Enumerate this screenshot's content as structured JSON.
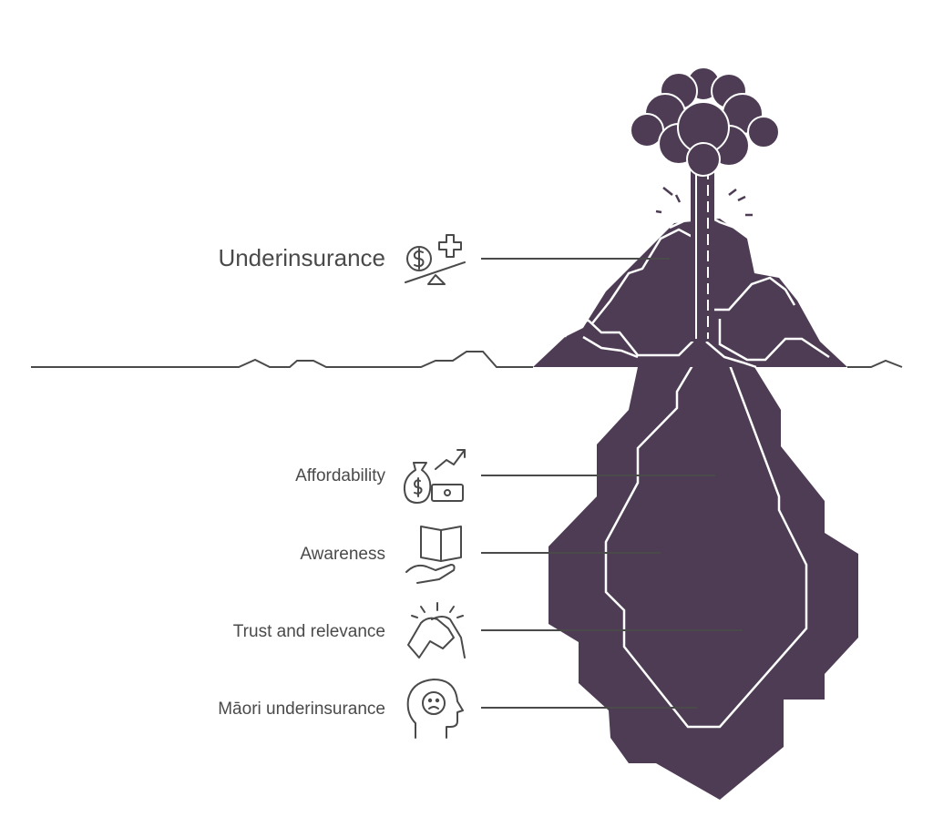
{
  "diagram": {
    "top_item": {
      "label": "Underinsurance",
      "icon": "scale-dollar-health-icon"
    },
    "underlying_items": [
      {
        "label": "Affordability",
        "icon": "money-bag-growth-icon"
      },
      {
        "label": "Awareness",
        "icon": "open-book-hand-icon"
      },
      {
        "label": "Trust and relevance",
        "icon": "handshake-icon"
      },
      {
        "label": "Māori underinsurance",
        "icon": "sad-head-icon"
      }
    ]
  },
  "colors": {
    "volcano_fill": "#4d3c54",
    "line": "#4a4a4a",
    "text": "#4a4a4a",
    "inner_outline": "#ffffff"
  }
}
